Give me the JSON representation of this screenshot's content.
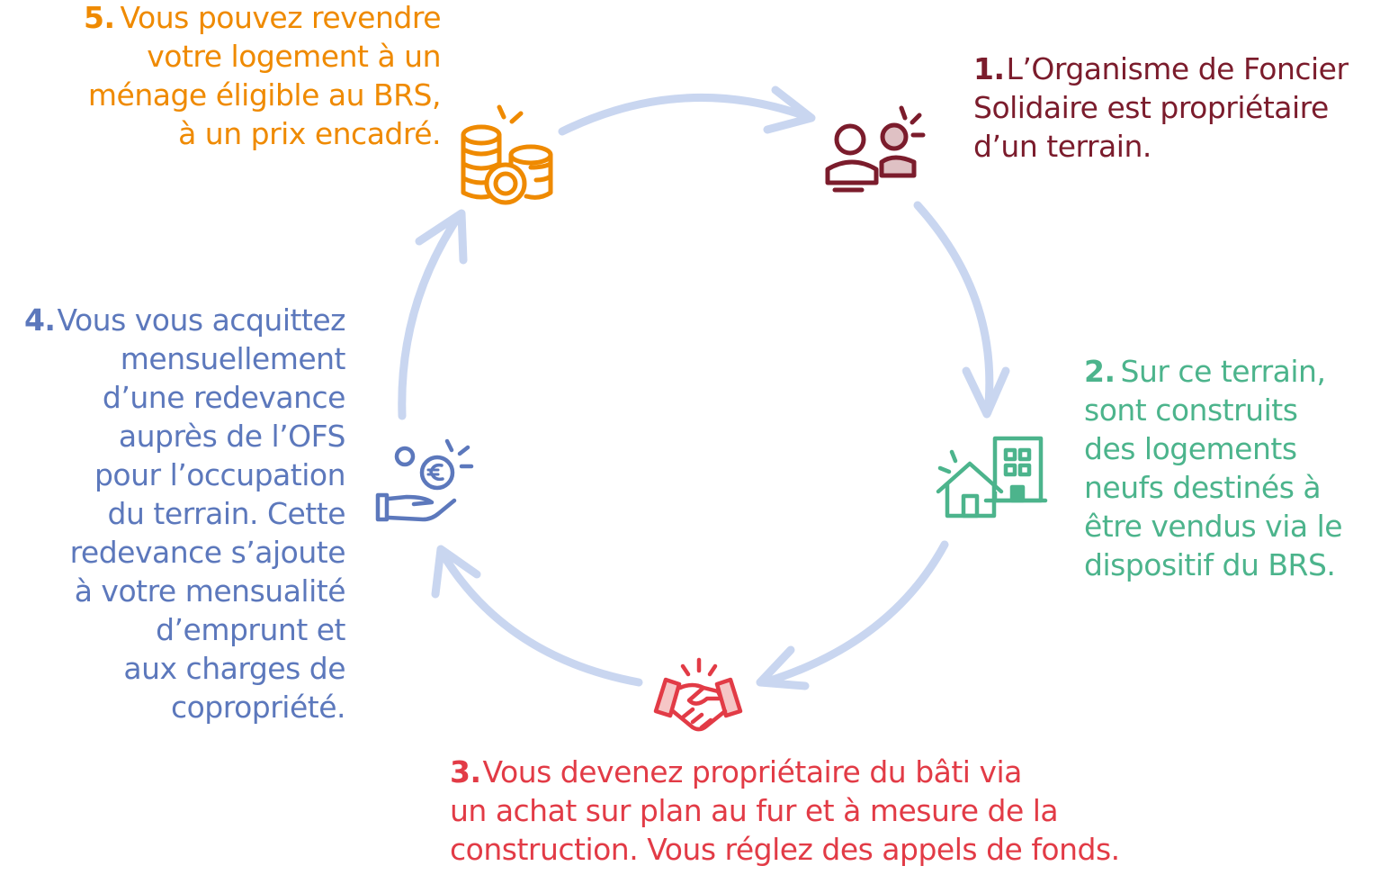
{
  "colors": {
    "arrow": "#c9d6f0",
    "step1": "#7b1c2c",
    "step2": "#4cb48c",
    "step3": "#e23b46",
    "step4": "#5c78bc",
    "step5": "#ef8a00"
  },
  "steps": {
    "s5": {
      "number": "5.",
      "icon": "coins-icon",
      "lines": [
        "Vous pouvez revendre",
        "votre logement à un",
        "ménage éligible au BRS,",
        "à un prix encadré."
      ]
    },
    "s1": {
      "number": "1.",
      "icon": "people-icon",
      "lines": [
        "L’Organisme de Foncier",
        "Solidaire est propriétaire",
        "d’un terrain."
      ]
    },
    "s2": {
      "number": "2.",
      "icon": "house-building-icon",
      "lines": [
        "Sur ce terrain,",
        "sont construits",
        "des logements",
        "neufs destinés à",
        "être vendus via le",
        "dispositif du BRS."
      ]
    },
    "s3": {
      "number": "3.",
      "icon": "handshake-icon",
      "lines": [
        "Vous devenez propriétaire du bâti via",
        "un achat sur plan au fur et à mesure de la",
        "construction. Vous réglez des appels de fonds."
      ]
    },
    "s4": {
      "number": "4.",
      "icon": "hand-euro-coin-icon",
      "lines": [
        "Vous vous acquittez",
        "mensuellement",
        "d’une redevance",
        "auprès de l’OFS",
        "pour l’occupation",
        "du terrain. Cette",
        "redevance s’ajoute",
        "à votre mensualité",
        "d’emprunt et",
        "aux charges de",
        "copropriété."
      ]
    }
  }
}
